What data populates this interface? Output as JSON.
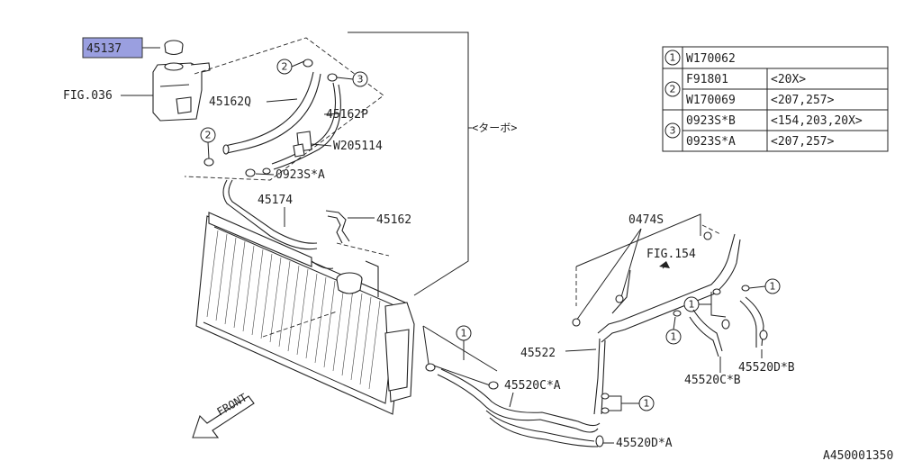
{
  "highlighted_part": "45137",
  "labels": {
    "fig036": "FIG.036",
    "p45162q": "45162Q",
    "p45162p": "45162P",
    "w205114": "W205114",
    "p0923s_a": "0923S*A",
    "p45174": "45174",
    "p45162": "45162",
    "turbo": "<ターボ>",
    "p0474s": "0474S",
    "fig154": "FIG.154",
    "p45522": "45522",
    "p45520c_a": "45520C*A",
    "p45520d_b": "45520D*B",
    "p45520c_b": "45520C*B",
    "p45520d_a": "45520D*A",
    "front": "FRONT",
    "diagram_id": "A450001350"
  },
  "callouts": [
    "1",
    "2",
    "3"
  ],
  "legend": [
    {
      "num": "1",
      "rows": [
        {
          "part": "W170062",
          "note": ""
        }
      ]
    },
    {
      "num": "2",
      "rows": [
        {
          "part": "F91801",
          "note": "<20X>"
        },
        {
          "part": "W170069",
          "note": "<207,257>"
        }
      ]
    },
    {
      "num": "3",
      "rows": [
        {
          "part": "0923S*B",
          "note": "<154,203,20X>"
        },
        {
          "part": "0923S*A",
          "note": "<207,257>"
        }
      ]
    }
  ]
}
